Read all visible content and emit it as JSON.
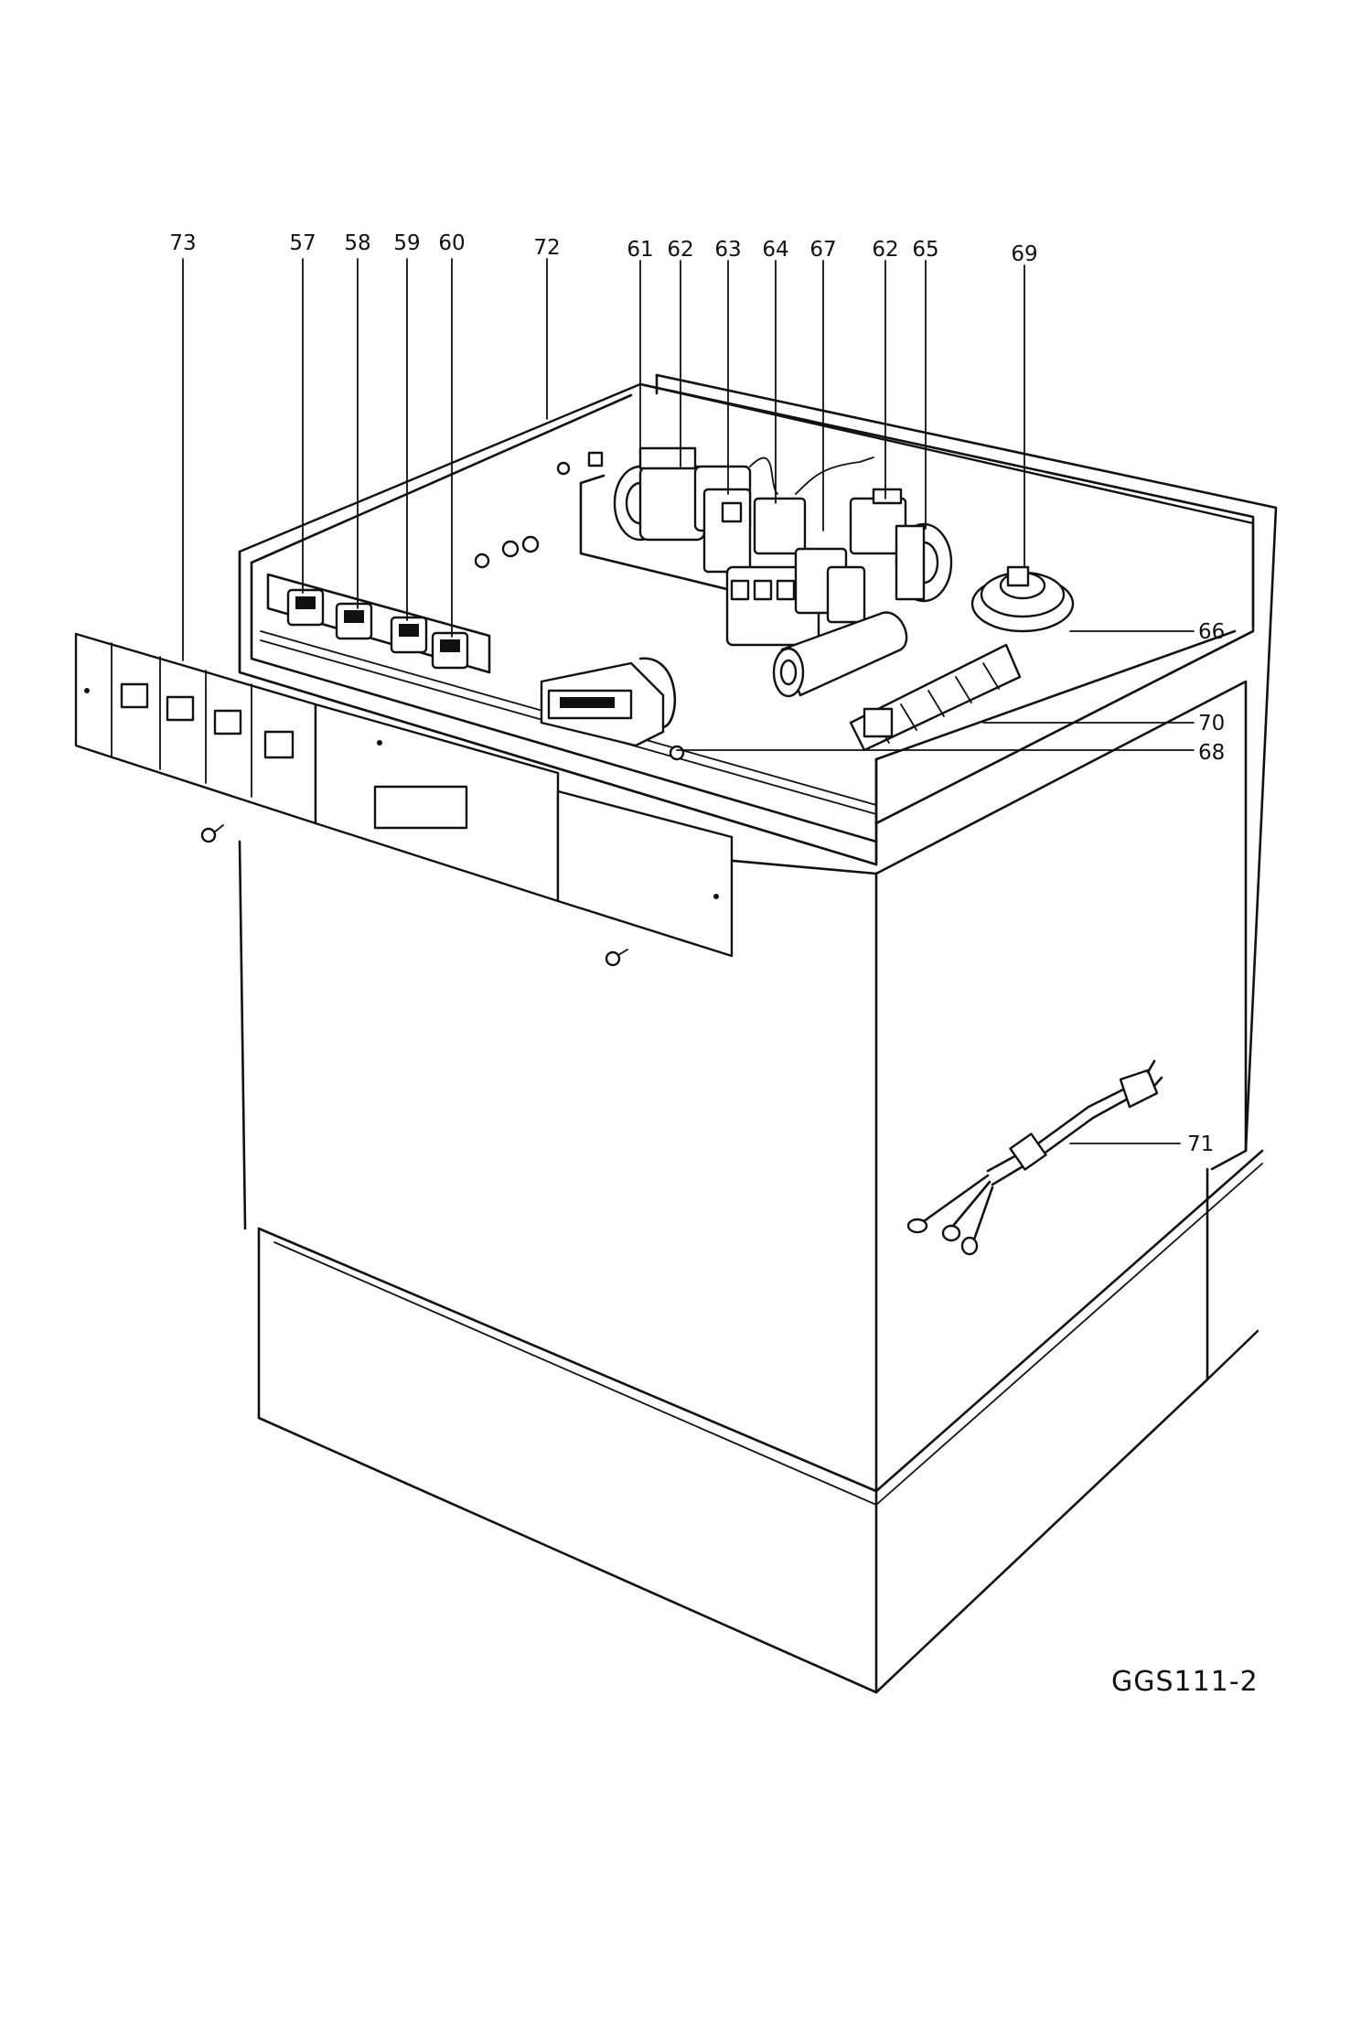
{
  "figure": {
    "code": "GGS111-2"
  },
  "callouts": [
    {
      "id": "c73",
      "text": "73"
    },
    {
      "id": "c57",
      "text": "57"
    },
    {
      "id": "c58",
      "text": "58"
    },
    {
      "id": "c59",
      "text": "59"
    },
    {
      "id": "c60",
      "text": "60"
    },
    {
      "id": "c72",
      "text": "72"
    },
    {
      "id": "c61",
      "text": "61"
    },
    {
      "id": "c62a",
      "text": "62"
    },
    {
      "id": "c63",
      "text": "63"
    },
    {
      "id": "c64",
      "text": "64"
    },
    {
      "id": "c67",
      "text": "67"
    },
    {
      "id": "c62b",
      "text": "62"
    },
    {
      "id": "c65",
      "text": "65"
    },
    {
      "id": "c69",
      "text": "69"
    },
    {
      "id": "c66",
      "text": "66"
    },
    {
      "id": "c70",
      "text": "70"
    },
    {
      "id": "c68",
      "text": "68"
    },
    {
      "id": "c71",
      "text": "71"
    }
  ]
}
